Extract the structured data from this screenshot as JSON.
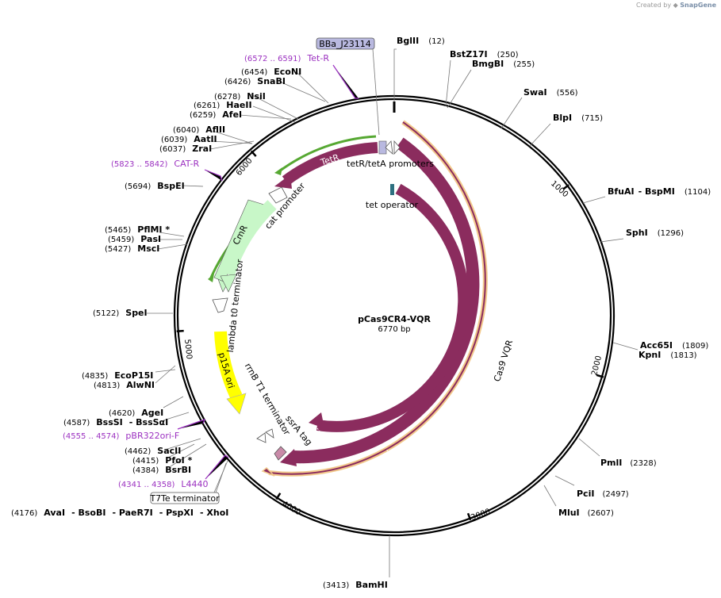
{
  "credit": {
    "prefix": "Created by",
    "brand": "SnapGene"
  },
  "plasmid": {
    "name": "pCas9CR4-VQR",
    "length_label": "6770 bp",
    "length": 6770
  },
  "ticks": [
    {
      "pos": 1000,
      "label": "1000"
    },
    {
      "pos": 2000,
      "label": "2000"
    },
    {
      "pos": 3000,
      "label": "3000"
    },
    {
      "pos": 4000,
      "label": "4000"
    },
    {
      "pos": 5000,
      "label": "5000"
    },
    {
      "pos": 6000,
      "label": "6000"
    }
  ],
  "sites": [
    {
      "name": "BglII",
      "pos": "(12)"
    },
    {
      "name": "BstZ17I",
      "pos": "(250)"
    },
    {
      "name": "BmgBI",
      "pos": "(255)"
    },
    {
      "name": "SwaI",
      "pos": "(556)"
    },
    {
      "name": "BlpI",
      "pos": "(715)"
    },
    {
      "name": "BfuAI",
      "sep": "- BspMI",
      "pos": "(1104)"
    },
    {
      "name": "SphI",
      "pos": "(1296)"
    },
    {
      "name": "Acc65I",
      "pos": "(1809)"
    },
    {
      "name": "KpnI",
      "pos": "(1813)"
    },
    {
      "name": "PmlI",
      "pos": "(2328)"
    },
    {
      "name": "PciI",
      "pos": "(2497)"
    },
    {
      "name": "MluI",
      "pos": "(2607)"
    },
    {
      "name": "BamHI",
      "pos": "(3413)"
    },
    {
      "name": "AvaI",
      "extra": [
        "- BsoBI",
        "- PaeR7I",
        "- PspXI",
        "- XhoI"
      ],
      "pos": "(4176)"
    },
    {
      "name": "BsrBI",
      "pos": "(4384)"
    },
    {
      "name": "PfoI *",
      "pos": "(4415)"
    },
    {
      "name": "SacII",
      "pos": "(4462)"
    },
    {
      "name": "BssSI",
      "sep": "- BssSαI",
      "pos": "(4587)"
    },
    {
      "name": "AgeI",
      "pos": "(4620)"
    },
    {
      "name": "AlwNI",
      "pos": "(4813)"
    },
    {
      "name": "EcoP15I",
      "pos": "(4835)"
    },
    {
      "name": "SpeI",
      "pos": "(5122)"
    },
    {
      "name": "MscI",
      "pos": "(5427)"
    },
    {
      "name": "PasI",
      "pos": "(5459)"
    },
    {
      "name": "PflMI *",
      "pos": "(5465)"
    },
    {
      "name": "BspEI",
      "pos": "(5694)"
    },
    {
      "name": "ZraI",
      "pos": "(6037)"
    },
    {
      "name": "AatII",
      "pos": "(6039)"
    },
    {
      "name": "AflII",
      "pos": "(6040)"
    },
    {
      "name": "AfeI",
      "pos": "(6259)"
    },
    {
      "name": "HaeII",
      "pos": "(6261)"
    },
    {
      "name": "NsiI",
      "pos": "(6278)"
    },
    {
      "name": "SnaBI",
      "pos": "(6426)"
    },
    {
      "name": "EcoNI",
      "pos": "(6454)"
    }
  ],
  "primers": [
    {
      "name": "Tet-R",
      "range": "(6572 .. 6591)"
    },
    {
      "name": "CAT-R",
      "range": "(5823 .. 5842)"
    },
    {
      "name": "pBR322ori-F",
      "range": "(4555 .. 4574)"
    },
    {
      "name": "L4440",
      "range": "(4341 .. 4358)"
    }
  ],
  "boxed_features": [
    {
      "name": "BBa_J23114"
    },
    {
      "name": "T7Te terminator"
    }
  ],
  "features": {
    "cas9_vqr": "Cas9 VQR",
    "cas9": "Cas9",
    "tetr": "TetR",
    "cmr": "CmR",
    "p15a_ori": "p15A ori",
    "tet_promoters": "tetR/tetA promoters",
    "tet_operator": "tet operator",
    "cat_promoter": "cat promoter",
    "lambda_t0": "lambda t0 terminator",
    "rrnb_t1": "rrnB T1 terminator",
    "ssra_tag": "ssrA tag"
  },
  "colors": {
    "cas9": "#8b2c5e",
    "cas9_outline": "#f2c98c",
    "cmr": "#c8f7c8",
    "tetr_green": "#56a832",
    "p15a": "#ffff00",
    "primer": "#9b30c0",
    "operator": "#2d7080",
    "promoter": "#ffffff"
  }
}
